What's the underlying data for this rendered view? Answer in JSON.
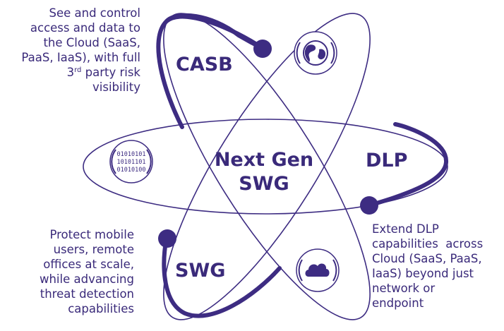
{
  "center": {
    "line1": "Next Gen",
    "line2": "SWG"
  },
  "labels": {
    "casb": "CASB",
    "dlp": "DLP",
    "swg": "SWG"
  },
  "descriptions": {
    "casb": {
      "lines": [
        "See and control",
        "access and data to",
        "the Cloud (SaaS,",
        "PaaS, IaaS), with full"
      ],
      "superscript_prefix": "3",
      "superscript": "rd",
      "superscript_rest": " party risk",
      "last": "visibility"
    },
    "swg": {
      "lines": [
        "Protect mobile",
        "users, remote",
        "offices at scale,",
        "while advancing",
        "threat detection",
        "capabilities"
      ]
    },
    "dlp": {
      "lines": [
        "Extend DLP",
        "capabilities  across",
        "Cloud (SaaS, PaaS,",
        "IaaS) beyond just",
        "network or",
        "endpoint"
      ]
    },
    "binary": {
      "line1": "01010101",
      "line2": "10101101",
      "line3": "01010100"
    }
  },
  "icons": {
    "globe": "globe-icon",
    "cloud": "cloud-icon",
    "binary": "binary-data-icon"
  },
  "colors": {
    "primary": "#3a2a7a",
    "orbit": "#3d2c82"
  }
}
